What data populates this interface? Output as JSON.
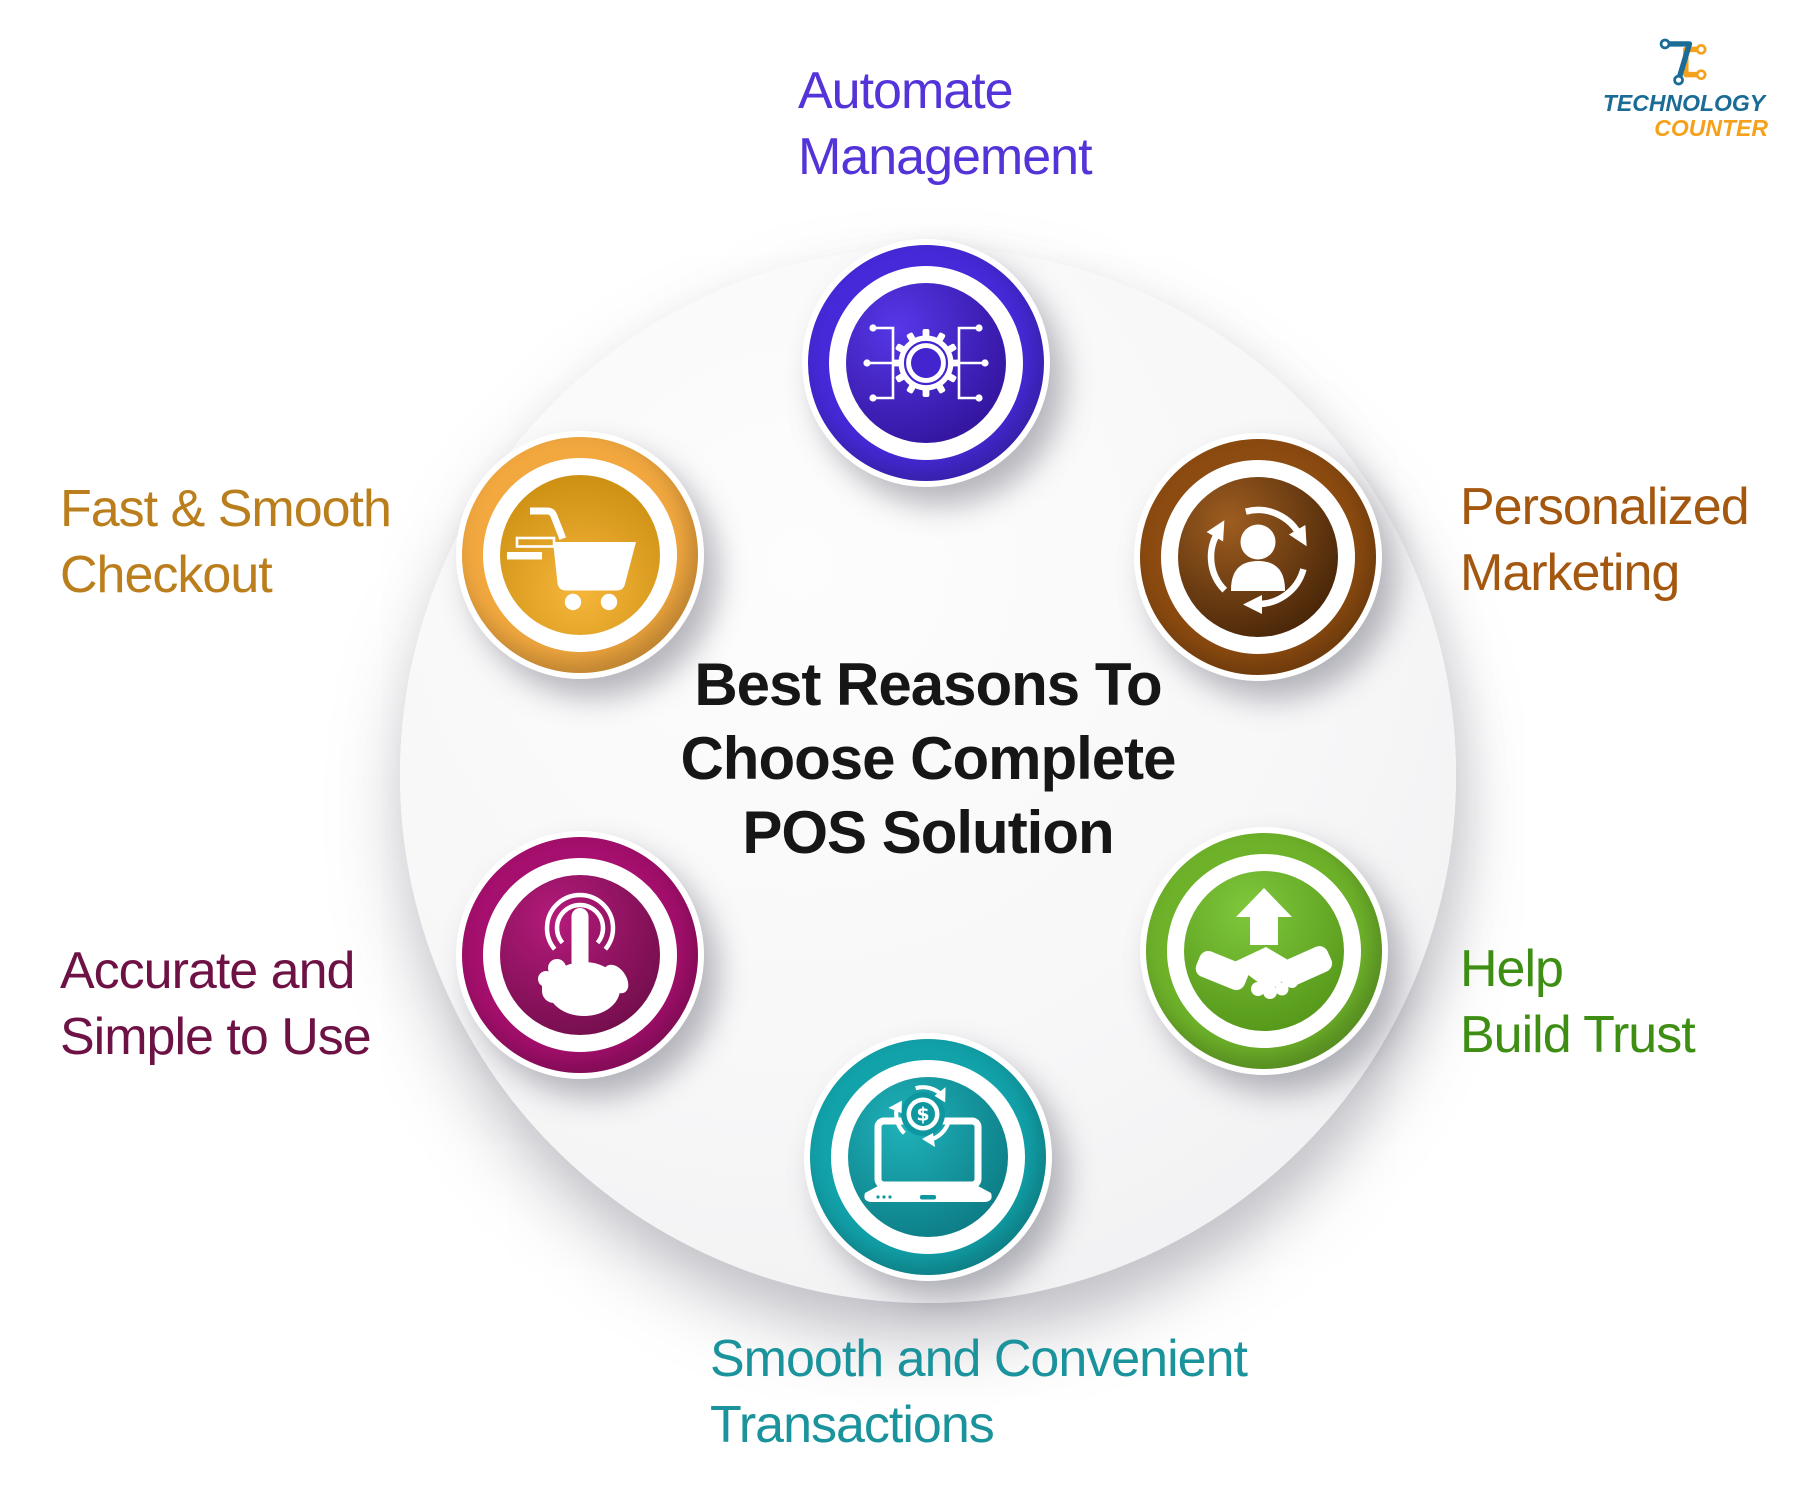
{
  "title": {
    "line1": "Best Reasons To",
    "line2": "Choose Complete",
    "line3": "POS Solution"
  },
  "logo": {
    "name1": "TECHNOLOGY",
    "name2": "COUNTER",
    "blue": "#1A6B95",
    "orange": "#F5A11C"
  },
  "items": [
    {
      "label_line1": "Automate",
      "label_line2": "Management",
      "label_color": "#5433D8",
      "icon": "automation-icon",
      "ring_color": "#4629D8",
      "inner_light": "#5737E8",
      "inner_dark": "#2A0C8C",
      "icon_bg": "#4324CF",
      "gradient_pos": "32% 28%"
    },
    {
      "label_line1": "Personalized",
      "label_line2": "Marketing",
      "label_color": "#A4570F",
      "icon": "customer-sync-icon",
      "ring_color": "#8C4B10",
      "inner_light": "#9E5D20",
      "inner_dark": "#331802",
      "icon_bg": "#7A3F08",
      "gradient_pos": "32% 28%"
    },
    {
      "label_line1": "Help",
      "label_line2": "Build Trust",
      "label_color": "#3E8E14",
      "icon": "handshake-growth-icon",
      "ring_color": "#6EB22A",
      "inner_light": "#7FC83C",
      "inner_dark": "#4D8D12",
      "icon_bg": "#65A922",
      "gradient_pos": "40% 25%"
    },
    {
      "label_line1": "Smooth and Convenient",
      "label_line2": "Transactions",
      "label_color": "#1A939C",
      "icon": "laptop-transaction-icon",
      "ring_color": "#12A2AA",
      "inner_light": "#1FB2BA",
      "inner_dark": "#086F78",
      "icon_bg": "#0F97A0",
      "gradient_pos": "35% 30%"
    },
    {
      "label_line1": "Accurate and",
      "label_line2": "Simple to Use",
      "label_color": "#6E1245",
      "icon": "touch-click-icon",
      "ring_color": "#A50F6D",
      "inner_light": "#B41A7B",
      "inner_dark": "#640B41",
      "icon_bg": "#99095F",
      "gradient_pos": "35% 28%"
    },
    {
      "label_line1": "Fast & Smooth",
      "label_line2": "Checkout",
      "label_color": "#BA7E1C",
      "icon": "shopping-cart-icon",
      "ring_color": "#F2A83F",
      "inner_light": "#F6B63B",
      "inner_dark": "#C4880A",
      "icon_bg": "#E09F1D",
      "gradient_pos": "50% 72%"
    }
  ]
}
